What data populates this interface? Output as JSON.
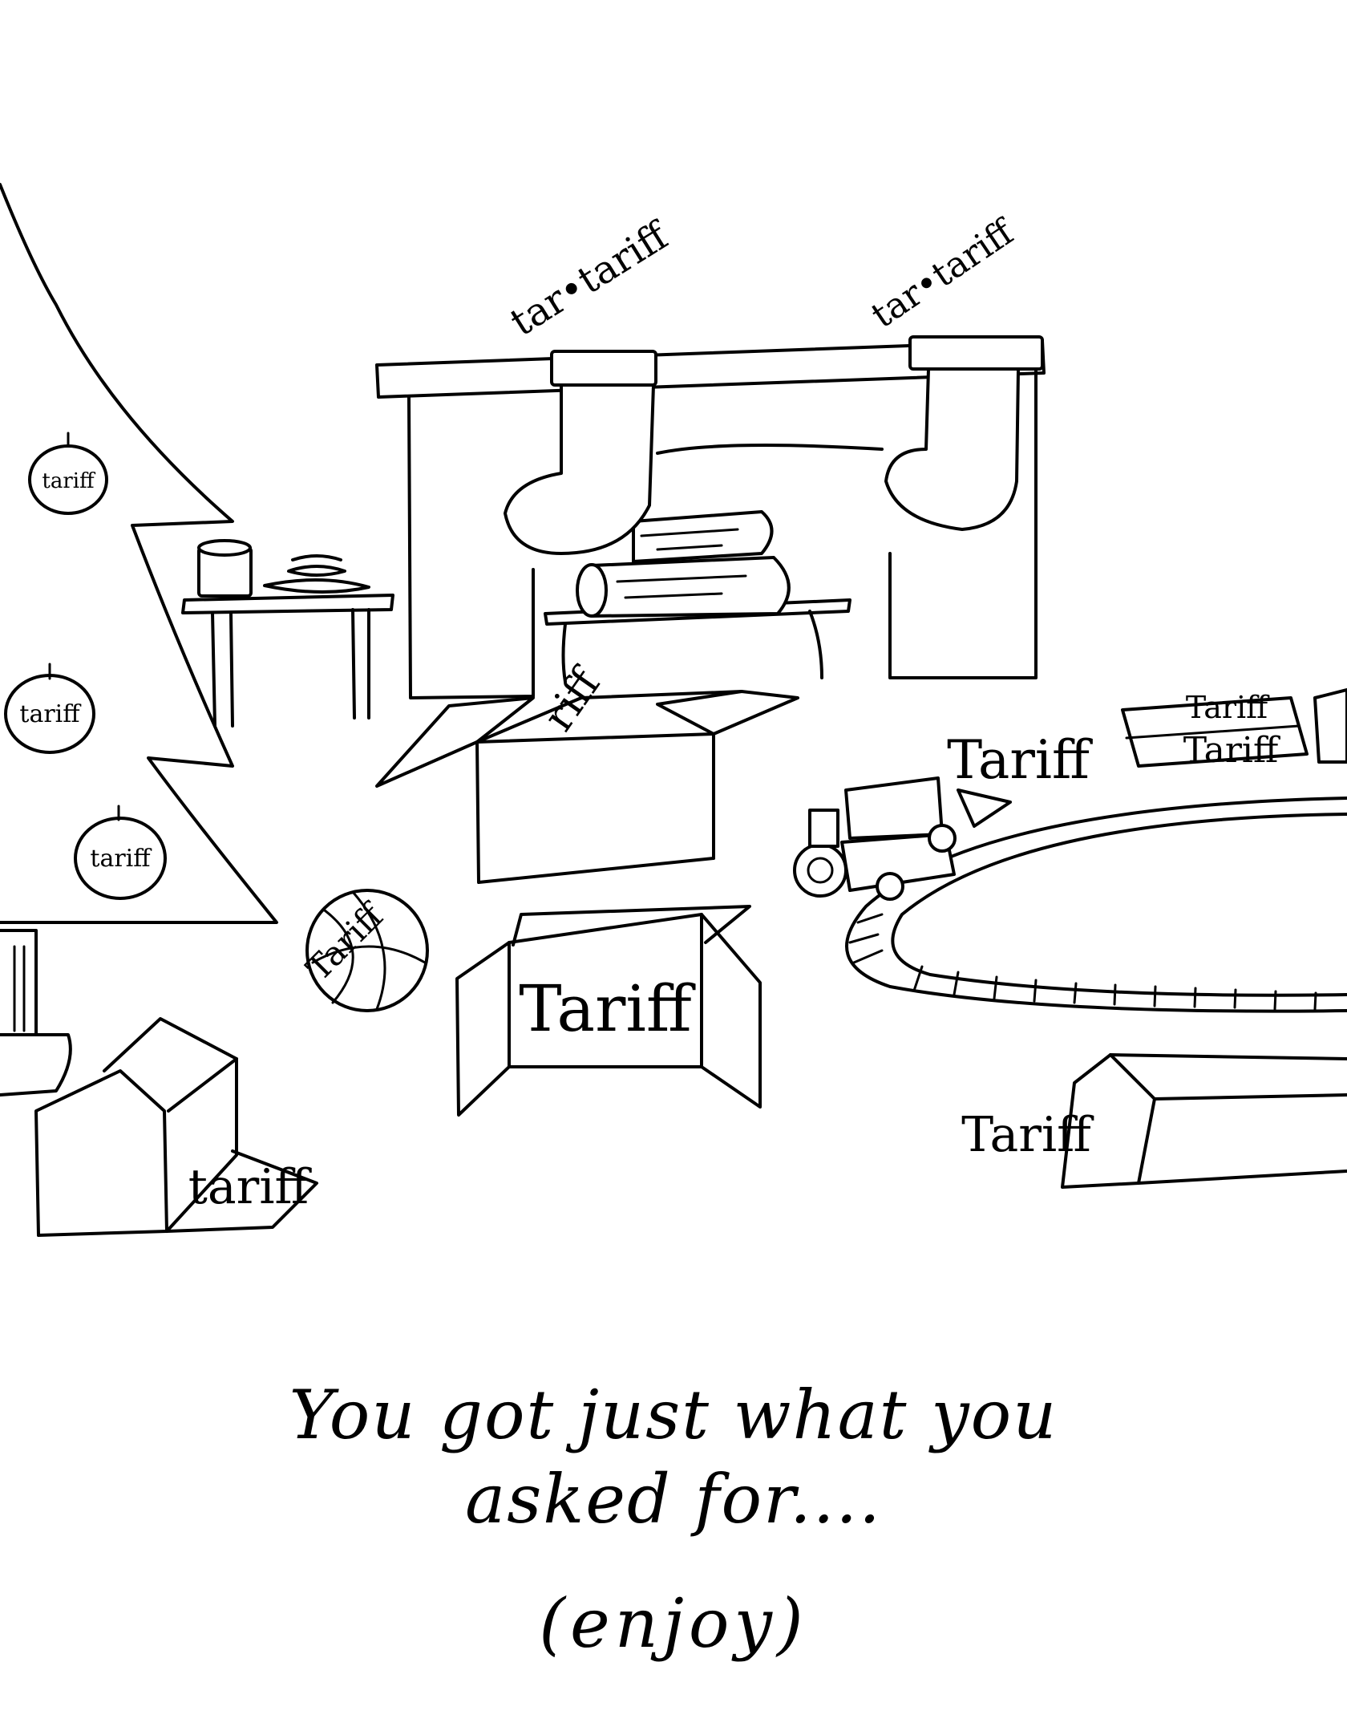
{
  "labels": {
    "ornament_1": "tariff",
    "ornament_2": "tariff",
    "ornament_3": "tariff",
    "stocking_1": "tar•tariff",
    "stocking_2": "tar•tariff",
    "box_open_top": "riff",
    "basketball": "Tariff",
    "box_center": "Tariff",
    "box_left": "tariff",
    "train_car_top": "Tariff",
    "train_car_bottom": "Tariff",
    "train_sign": "Tariff",
    "box_right": "Tariff"
  },
  "caption": {
    "line1": "You got just what you",
    "line2": "asked for....",
    "line3": "(enjoy)"
  }
}
